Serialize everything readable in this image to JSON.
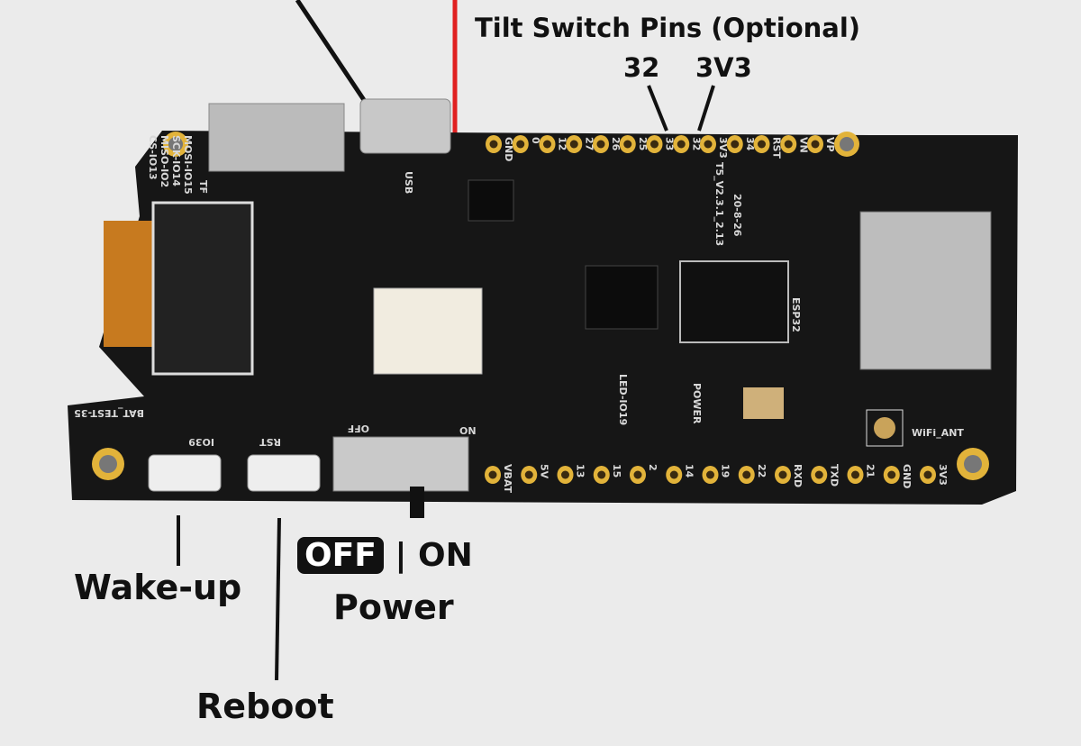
{
  "annotations": {
    "tilt_title": "Tilt Switch Pins (Optional)",
    "tilt_pin_a": "32",
    "tilt_pin_b": "3V3",
    "wake_up": "Wake-up",
    "reboot": "Reboot",
    "power_off": "OFF",
    "power_sep": "|",
    "power_on": "ON",
    "power": "Power"
  },
  "board": {
    "model": "T5_V2.3.1_2.13",
    "date": "20-8-26",
    "top_pins": [
      "GND",
      "0",
      "12",
      "27",
      "26",
      "25",
      "33",
      "32",
      "3V3",
      "34",
      "RST",
      "VN",
      "VP"
    ],
    "bottom_pins": [
      "VBAT",
      "5V",
      "13",
      "15",
      "2",
      "14",
      "19",
      "22",
      "RXD",
      "TXD",
      "21",
      "GND",
      "3V3"
    ],
    "silkscreen": {
      "tf": "TF",
      "usb": "USB",
      "sd_pins": [
        "MOSI-IO15",
        "SCK-IO14",
        "MISO-IO2",
        "CS-IO13"
      ],
      "bat_test": "BAT_TEST-35",
      "io39": "IO39",
      "rst": "RST",
      "off": "OFF",
      "on": "ON",
      "led": "LED-IO19",
      "power": "POWER",
      "esp32": "ESP32",
      "wifi_ant": "WiFi_ANT"
    },
    "colors": {
      "pcb": "#161616",
      "pad": "#e2b33a",
      "background": "#ebebeb",
      "wire_red": "#e02020",
      "wire_black": "#111111"
    }
  }
}
